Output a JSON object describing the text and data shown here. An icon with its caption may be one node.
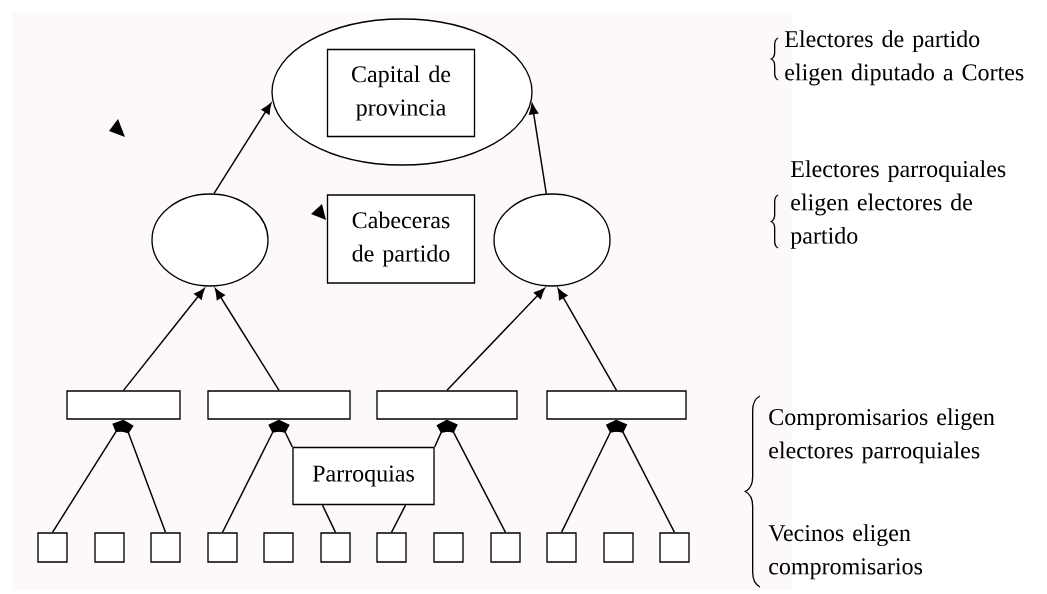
{
  "diagram": {
    "nodes": [
      {
        "text": [],
        "shape": "ellipse"
      },
      {
        "text": [
          "Capital de provincia"
        ],
        "in": 0
      },
      {
        "text": [],
        "shape": "ellipse"
      },
      {
        "text": [
          "Cabeceras de partido"
        ]
      },
      {
        "text": [],
        "shape": "ellipse"
      },
      {
        "text": [],
        "shape": "bar"
      },
      {
        "text": [],
        "shape": "bar"
      },
      {
        "text": [],
        "shape": "bar"
      },
      {
        "text": [],
        "shape": "bar"
      },
      {
        "text": [
          "Parroquias"
        ]
      },
      {
        "text": [],
        "shape": "box"
      },
      {
        "text": [],
        "shape": "box"
      },
      {
        "text": [],
        "shape": "box"
      },
      {
        "text": [],
        "shape": "box"
      },
      {
        "text": [],
        "shape": "box"
      },
      {
        "text": [],
        "shape": "box"
      },
      {
        "text": [],
        "shape": "box"
      },
      {
        "text": [],
        "shape": "box"
      },
      {
        "text": [],
        "shape": "box"
      },
      {
        "text": [],
        "shape": "box"
      },
      {
        "text": [],
        "shape": "box"
      },
      {
        "text": [],
        "shape": "box"
      }
    ],
    "edges": [
      {
        "from": 2,
        "to": 0,
        "arrow": "to"
      },
      {
        "from": 4,
        "to": 0,
        "arrow": "to"
      },
      {
        "from": 5,
        "to": 2,
        "arrow": "to"
      },
      {
        "from": 6,
        "to": 2,
        "arrow": "to"
      },
      {
        "from": 7,
        "to": 4,
        "arrow": "to"
      },
      {
        "from": 8,
        "to": 4,
        "arrow": "to"
      },
      {
        "from": 10,
        "to": 5,
        "arrow": "to"
      },
      {
        "from": 12,
        "to": 5,
        "arrow": "to"
      },
      {
        "from": 13,
        "to": 6,
        "arrow": "to"
      },
      {
        "from": 9,
        "to": 6,
        "arrow": "to"
      },
      {
        "from": 9,
        "to": 7,
        "arrow": "to"
      },
      {
        "from": 18,
        "to": 7,
        "arrow": "to"
      },
      {
        "from": 19,
        "to": 8,
        "arrow": "to"
      },
      {
        "from": 21,
        "to": 8,
        "arrow": "to"
      },
      {
        "from": 9,
        "to": 15,
        "arrow": "none"
      },
      {
        "from": 9,
        "to": 16,
        "arrow": "none"
      }
    ],
    "labels": [
      "Electores de partido eligen diputado a Cortes",
      "Electores parroquiales eligen electores de partido",
      "Compromisarios eligen electores parroquiales",
      "Vecinos eligen compromisarios"
    ]
  }
}
